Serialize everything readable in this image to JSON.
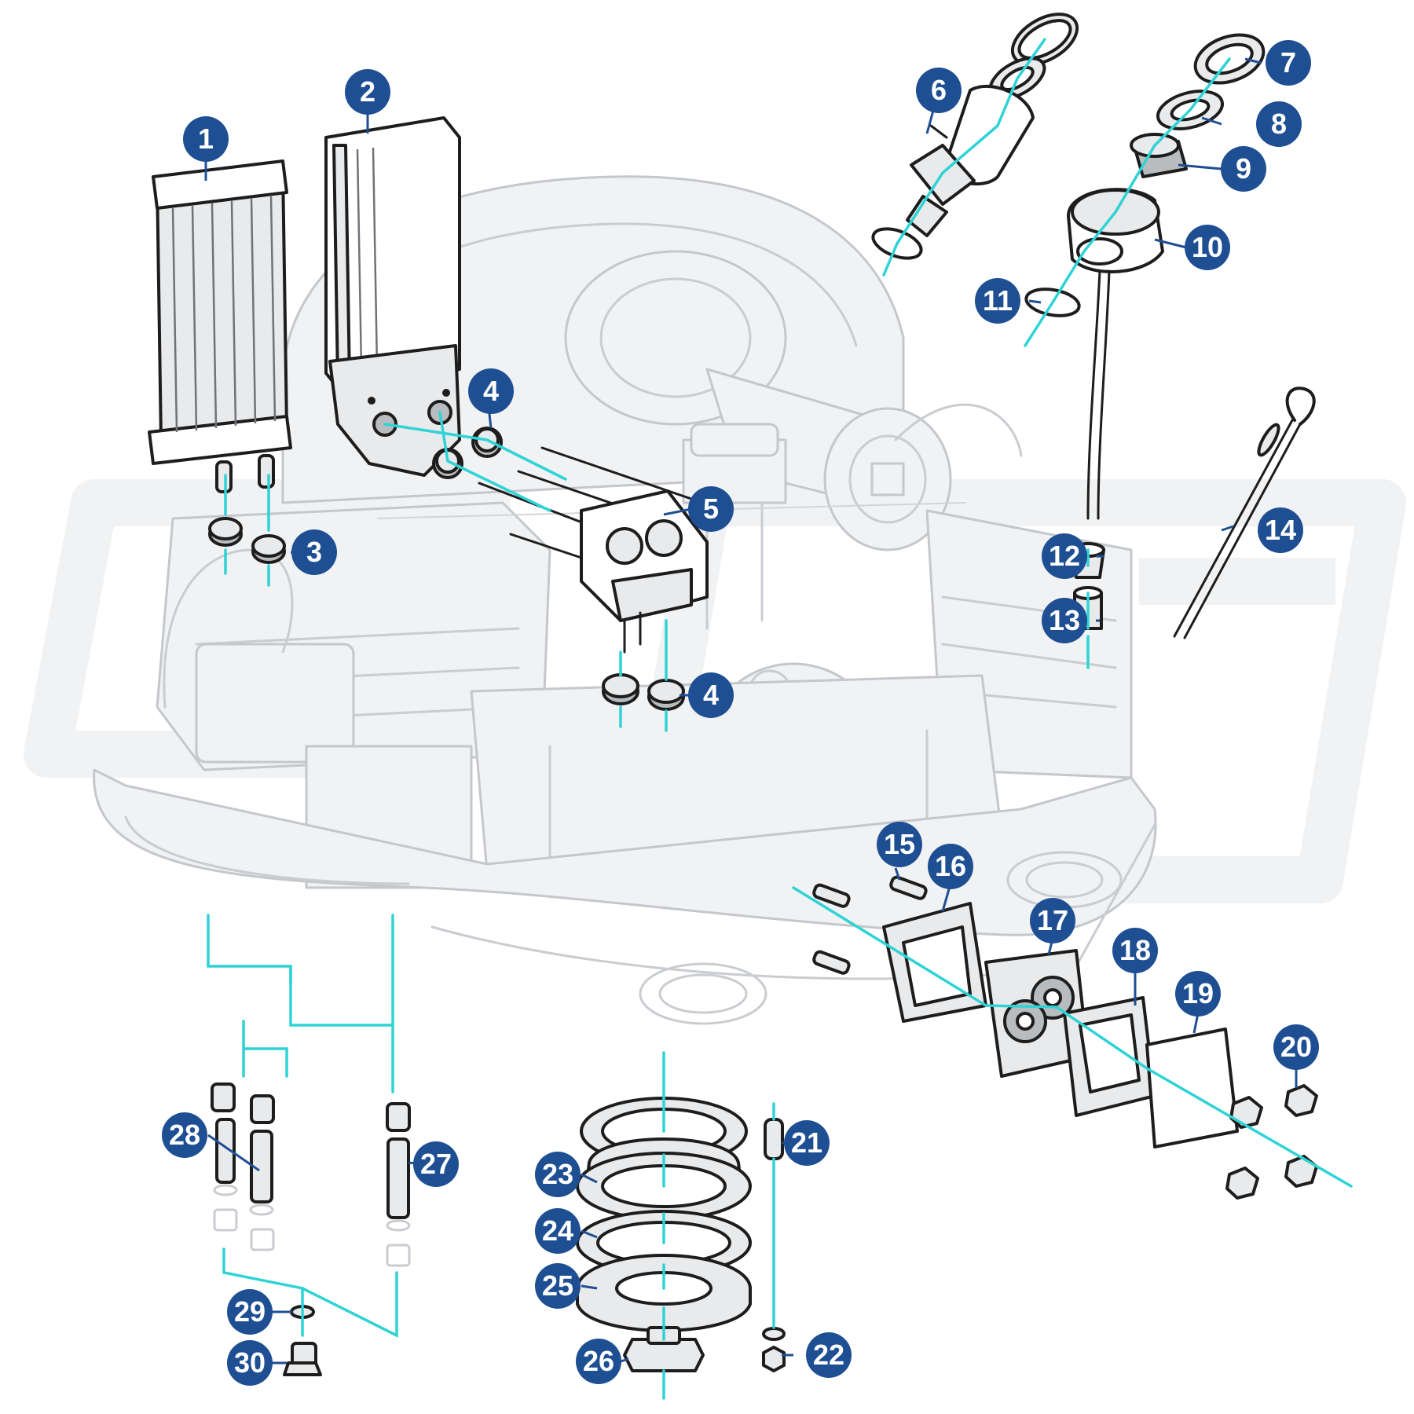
{
  "diagram": {
    "accent_color": "#1f4f93",
    "leader_color": "#2fd3d6",
    "callouts": [
      {
        "id": "callout-1",
        "label": "1"
      },
      {
        "id": "callout-2",
        "label": "2"
      },
      {
        "id": "callout-3",
        "label": "3"
      },
      {
        "id": "callout-4a",
        "label": "4"
      },
      {
        "id": "callout-4b",
        "label": "4"
      },
      {
        "id": "callout-5",
        "label": "5"
      },
      {
        "id": "callout-6",
        "label": "6"
      },
      {
        "id": "callout-7",
        "label": "7"
      },
      {
        "id": "callout-8",
        "label": "8"
      },
      {
        "id": "callout-9",
        "label": "9"
      },
      {
        "id": "callout-10",
        "label": "10"
      },
      {
        "id": "callout-11",
        "label": "11"
      },
      {
        "id": "callout-12",
        "label": "12"
      },
      {
        "id": "callout-13",
        "label": "13"
      },
      {
        "id": "callout-14",
        "label": "14"
      },
      {
        "id": "callout-15",
        "label": "15"
      },
      {
        "id": "callout-16",
        "label": "16"
      },
      {
        "id": "callout-17",
        "label": "17"
      },
      {
        "id": "callout-18",
        "label": "18"
      },
      {
        "id": "callout-19",
        "label": "19"
      },
      {
        "id": "callout-20",
        "label": "20"
      },
      {
        "id": "callout-21",
        "label": "21"
      },
      {
        "id": "callout-22",
        "label": "22"
      },
      {
        "id": "callout-23",
        "label": "23"
      },
      {
        "id": "callout-24",
        "label": "24"
      },
      {
        "id": "callout-25",
        "label": "25"
      },
      {
        "id": "callout-26",
        "label": "26"
      },
      {
        "id": "callout-27",
        "label": "27"
      },
      {
        "id": "callout-28",
        "label": "28"
      },
      {
        "id": "callout-29",
        "label": "29"
      },
      {
        "id": "callout-30",
        "label": "30"
      }
    ]
  }
}
